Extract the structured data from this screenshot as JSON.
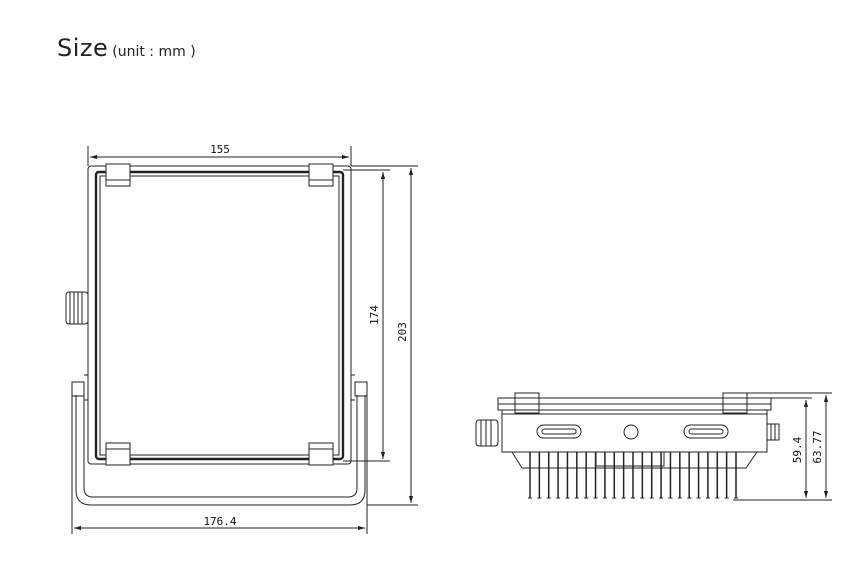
{
  "title": {
    "main": "Size",
    "unit": "(unit : mm )"
  },
  "dimensions": {
    "front_width": "155",
    "front_inner_height": "174",
    "front_total_height": "203",
    "bracket_width": "176.4",
    "side_body_height": "59.4",
    "side_total_height": "63.77"
  }
}
